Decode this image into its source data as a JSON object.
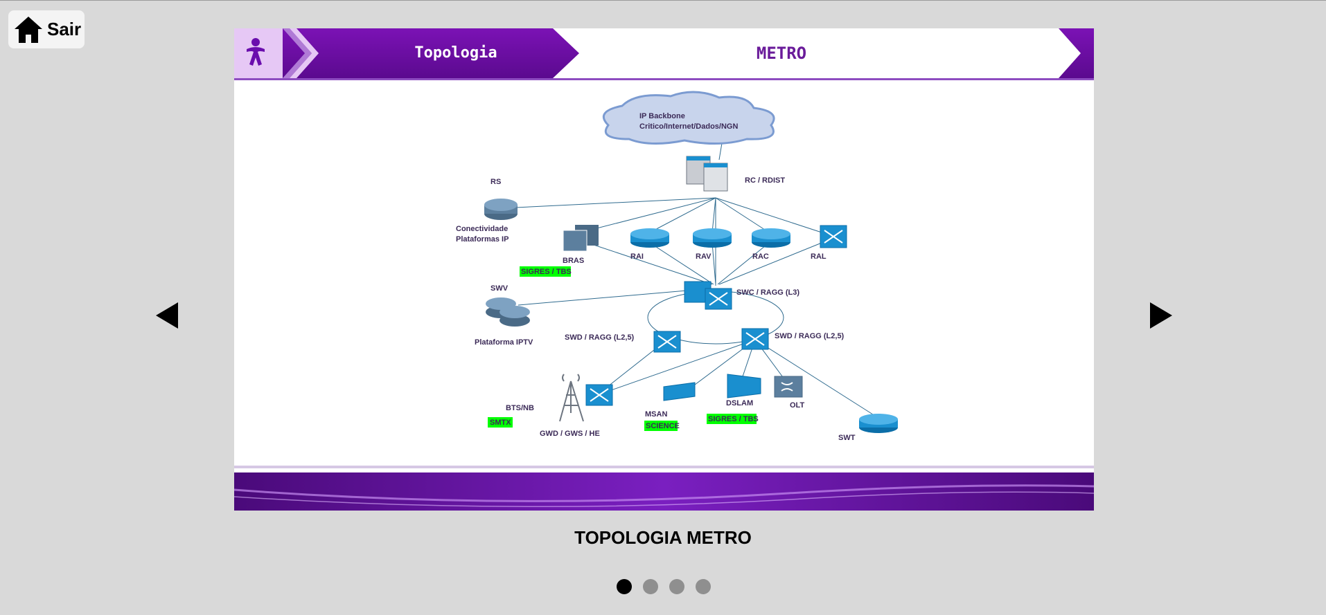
{
  "home": {
    "label": "Sair",
    "icon": "home-icon"
  },
  "slide": {
    "header_title": "Topologia",
    "header_subtitle": "METRO",
    "diagram": {
      "cloud_line1": "IP Backbone",
      "cloud_line2": "Critico/Internet/Dados/NGN",
      "rc": "RC / RDIST",
      "rs": "RS",
      "conect1": "Conectividade",
      "conect2": "Plataformas IP",
      "bras": "BRAS",
      "rai": "RAI",
      "rav": "RAV",
      "rac": "RAC",
      "ral": "RAL",
      "sigres1": "SIGRES / TBS",
      "swv": "SWV",
      "iptv": "Plataforma IPTV",
      "swc": "SWC / RAGG (L3)",
      "swd_left": "SWD / RAGG (L2,5)",
      "swd_right": "SWD / RAGG (L2,5)",
      "bts": "BTS/NB",
      "smtx": "SMTX",
      "gwd": "GWD / GWS / HE",
      "msan": "MSAN",
      "science": "SCIENCE",
      "dslam": "DSLAM",
      "sigres2": "SIGRES / TBS",
      "olt": "OLT",
      "swt": "SWT"
    }
  },
  "caption": "TOPOLOGIA METRO",
  "pagination": {
    "count": 4,
    "active": 0
  },
  "colors": {
    "brand": "#6a0dad",
    "highlight": "#00ff00",
    "router": "#1a8fcf"
  }
}
